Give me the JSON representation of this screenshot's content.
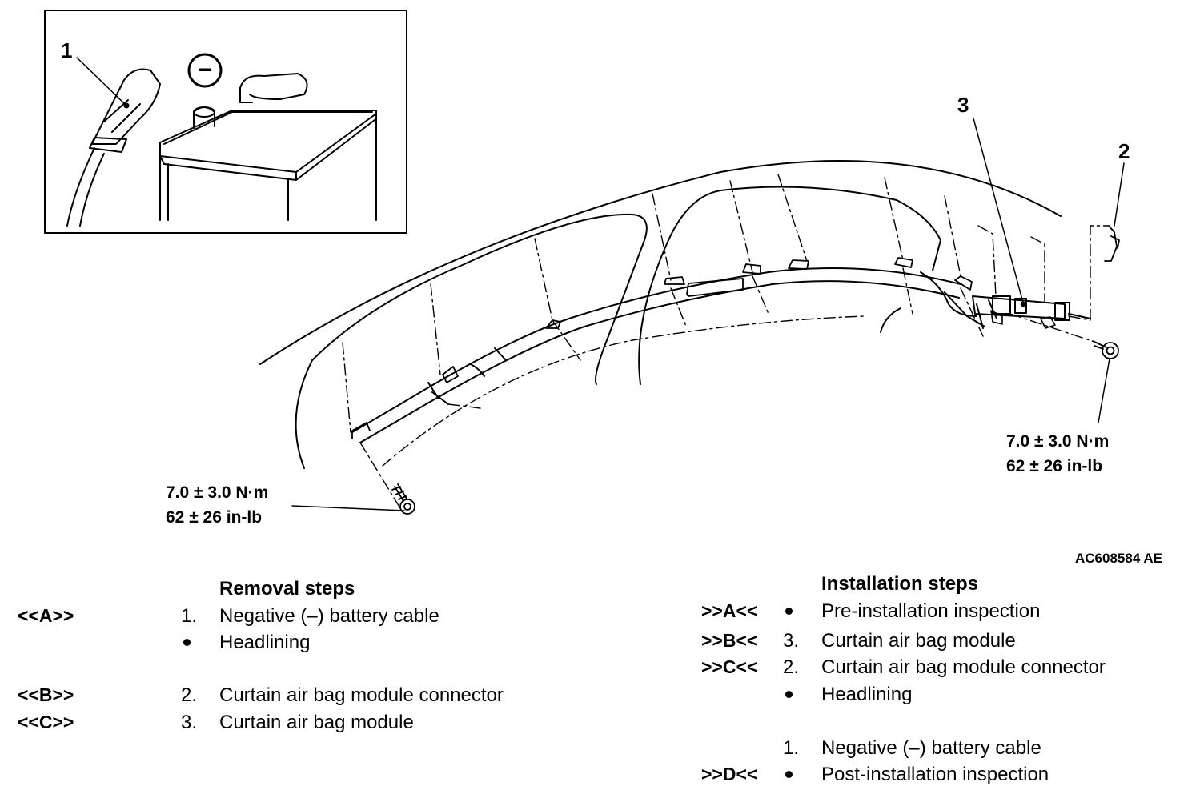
{
  "figure": {
    "callouts": [
      "1",
      "2",
      "3"
    ],
    "battery_terminal_symbol": "−",
    "torque_left": {
      "nm": "7.0 ± 3.0 N·m",
      "inlb": "62 ± 26 in-lb"
    },
    "torque_right": {
      "nm": "7.0 ± 3.0 N·m",
      "inlb": "62 ± 26 in-lb"
    },
    "figure_id": "AC608584 AE"
  },
  "removal": {
    "title": "Removal steps",
    "steps": [
      {
        "ref": "<<A>>",
        "num": "1.",
        "label": "Negative (–) battery cable"
      },
      {
        "ref": "",
        "num": "•",
        "label": "Headlining"
      },
      {
        "ref": "<<B>>",
        "num": "2.",
        "label": "Curtain air bag module connector"
      },
      {
        "ref": "<<C>>",
        "num": "3.",
        "label": "Curtain air bag module"
      }
    ]
  },
  "installation": {
    "title": "Installation steps",
    "steps": [
      {
        "ref": ">>A<<",
        "num": "•",
        "label": "Pre-installation inspection"
      },
      {
        "ref": ">>B<<",
        "num": "3.",
        "label": "Curtain air bag module"
      },
      {
        "ref": ">>C<<",
        "num": "2.",
        "label": "Curtain air bag module connector"
      },
      {
        "ref": "",
        "num": "•",
        "label": "Headlining"
      },
      {
        "ref": "",
        "num": "1.",
        "label": "Negative (–) battery cable"
      },
      {
        "ref": ">>D<<",
        "num": "•",
        "label": "Post-installation inspection"
      }
    ]
  }
}
